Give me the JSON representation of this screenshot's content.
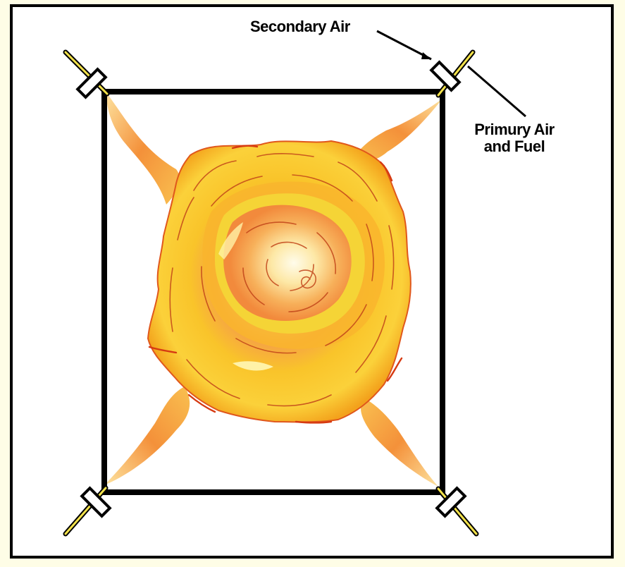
{
  "labels": {
    "secondary_air": "Secondary Air",
    "primary_air_line1": "Primury Air",
    "primary_air_line2": "and Fuel"
  },
  "colors": {
    "background": "#fefde6",
    "frame_fill": "#ffffff",
    "outline": "#000000",
    "flame_outer": "#f6c21a",
    "flame_mid": "#f39a2e",
    "flame_core": "#fff6c8",
    "jet": "#f7a23a",
    "fuel_line": "#f3e24a"
  },
  "burners": [
    "top-left",
    "top-right",
    "bottom-left",
    "bottom-right"
  ]
}
